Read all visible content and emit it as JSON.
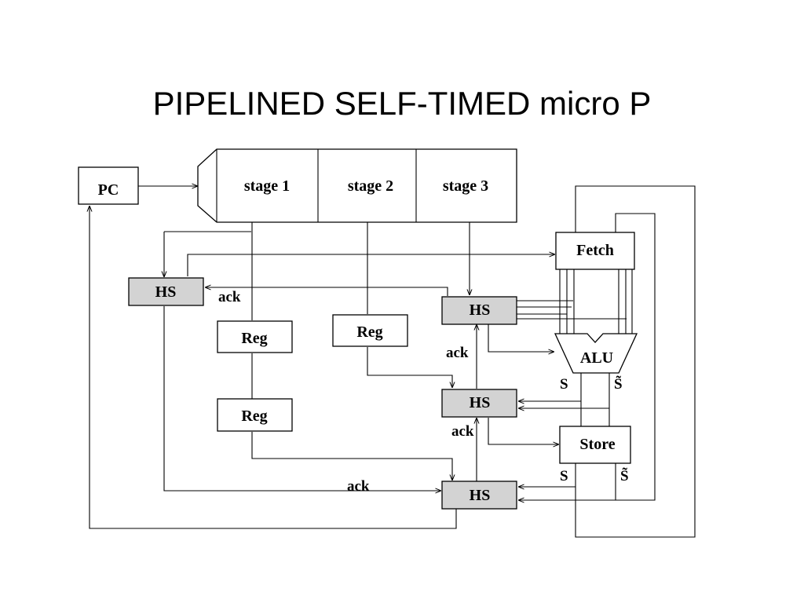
{
  "title": "PIPELINED SELF-TIMED micro P",
  "diagram": {
    "pc": "PC",
    "stages": [
      "stage 1",
      "stage 2",
      "stage 3"
    ],
    "hs": [
      "HS",
      "HS",
      "HS",
      "HS"
    ],
    "regs": [
      "Reg",
      "Reg",
      "Reg"
    ],
    "fetch": "Fetch",
    "alu": "ALU",
    "store": "Store",
    "ack_labels": [
      "ack",
      "ack",
      "ack",
      "ack"
    ],
    "signals": [
      "S",
      "S̃",
      "S",
      "S̃"
    ]
  }
}
